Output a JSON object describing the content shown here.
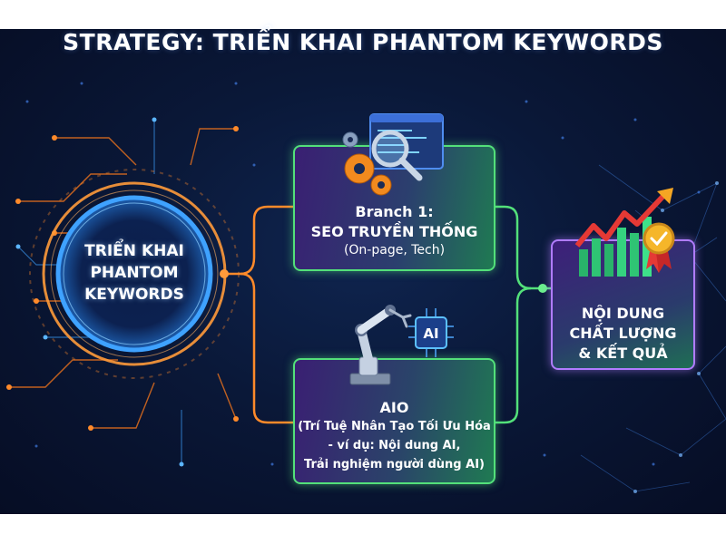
{
  "title": "STRATEGY: TRIỂN KHAI PHANTOM KEYWORDS",
  "center_node": {
    "line1": "TRIỂN KHAI",
    "line2": "PHANTOM",
    "line3": "KEYWORDS"
  },
  "branch_seo": {
    "line1": "Branch 1:",
    "line2": "SEO TRUYỀN THỐNG",
    "line3": "(On-page, Tech)",
    "icon": "gears-magnifier-icon"
  },
  "branch_aio": {
    "line1": "AIO",
    "line2": "(Trí Tuệ Nhân Tạo Tối Ưu Hóa",
    "line3": "- ví dụ: Nội dung AI,",
    "line4": "Trải nghiệm người dùng AI)",
    "icon": "robot-arm-ai-icon",
    "chip_label": "AI"
  },
  "result_node": {
    "line1": "NỘI DUNG",
    "line2": "CHẤT LƯỢNG",
    "line3": "& KẾT QUẢ",
    "icon": "growth-chart-medal-icon"
  },
  "colors": {
    "background": "#0a1838",
    "connector": "#ff8a2a",
    "connector_right": "#53e07a",
    "box_border": "#53e07a",
    "result_border": "#b07cff",
    "ring_outer": "#ff8a2a",
    "ring_inner": "#3fa2ff"
  }
}
